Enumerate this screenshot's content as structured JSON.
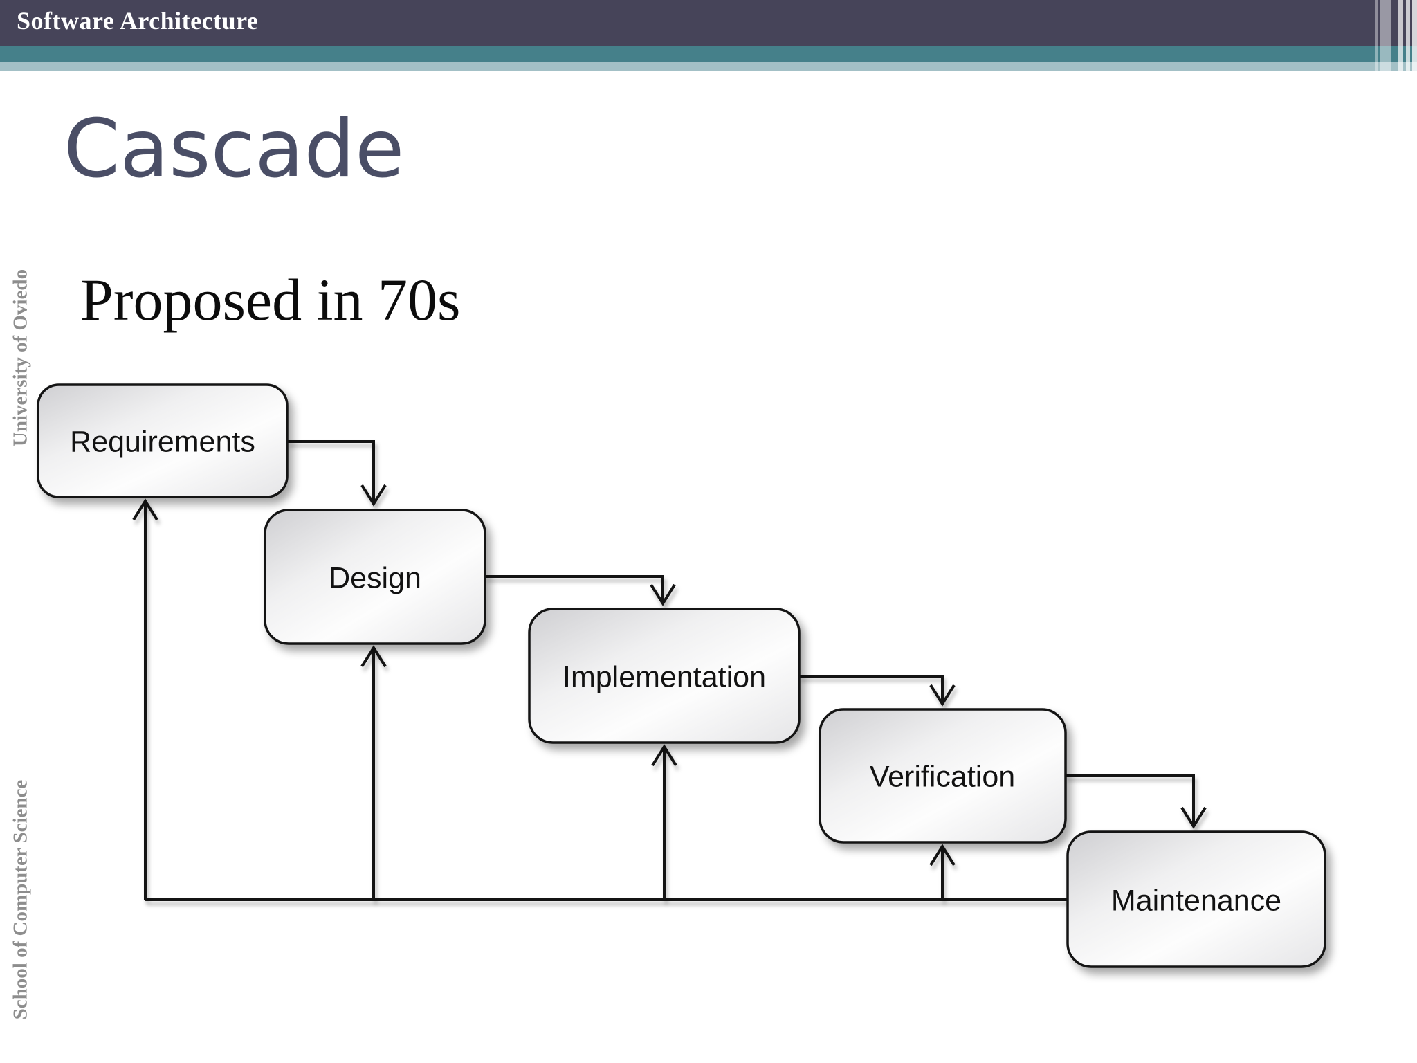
{
  "header": {
    "title": "Software Architecture"
  },
  "slide": {
    "title": "Cascade",
    "subtitle": "Proposed in 70s"
  },
  "sidebar": {
    "top_label": "University of Oviedo",
    "bottom_label": "School of Computer Science"
  },
  "diagram": {
    "type": "waterfall-flowchart",
    "boxes": [
      {
        "id": "requirements",
        "label": "Requirements"
      },
      {
        "id": "design",
        "label": "Design"
      },
      {
        "id": "implementation",
        "label": "Implementation"
      },
      {
        "id": "verification",
        "label": "Verification"
      },
      {
        "id": "maintenance",
        "label": "Maintenance"
      }
    ],
    "forward_flow": [
      "Requirements → Design",
      "Design → Implementation",
      "Implementation → Verification",
      "Verification → Maintenance"
    ],
    "feedback_flow": [
      "bottom feedback line returns to Verification",
      "bottom feedback line returns to Implementation",
      "bottom feedback line returns to Design",
      "bottom feedback line returns to Requirements"
    ]
  },
  "colors": {
    "header_bg": "#464459",
    "teal_stripe": "#45808a",
    "light_stripe": "#a3c0c6",
    "title_text": "#4a4e66",
    "subtitle_text": "#0c0c0c",
    "sidebar_text": "#8d8d8d",
    "box_border": "#141414",
    "box_fill_light": "#fdfdfd",
    "box_fill_dark": "#cfcfd2",
    "connector": "#141414"
  }
}
